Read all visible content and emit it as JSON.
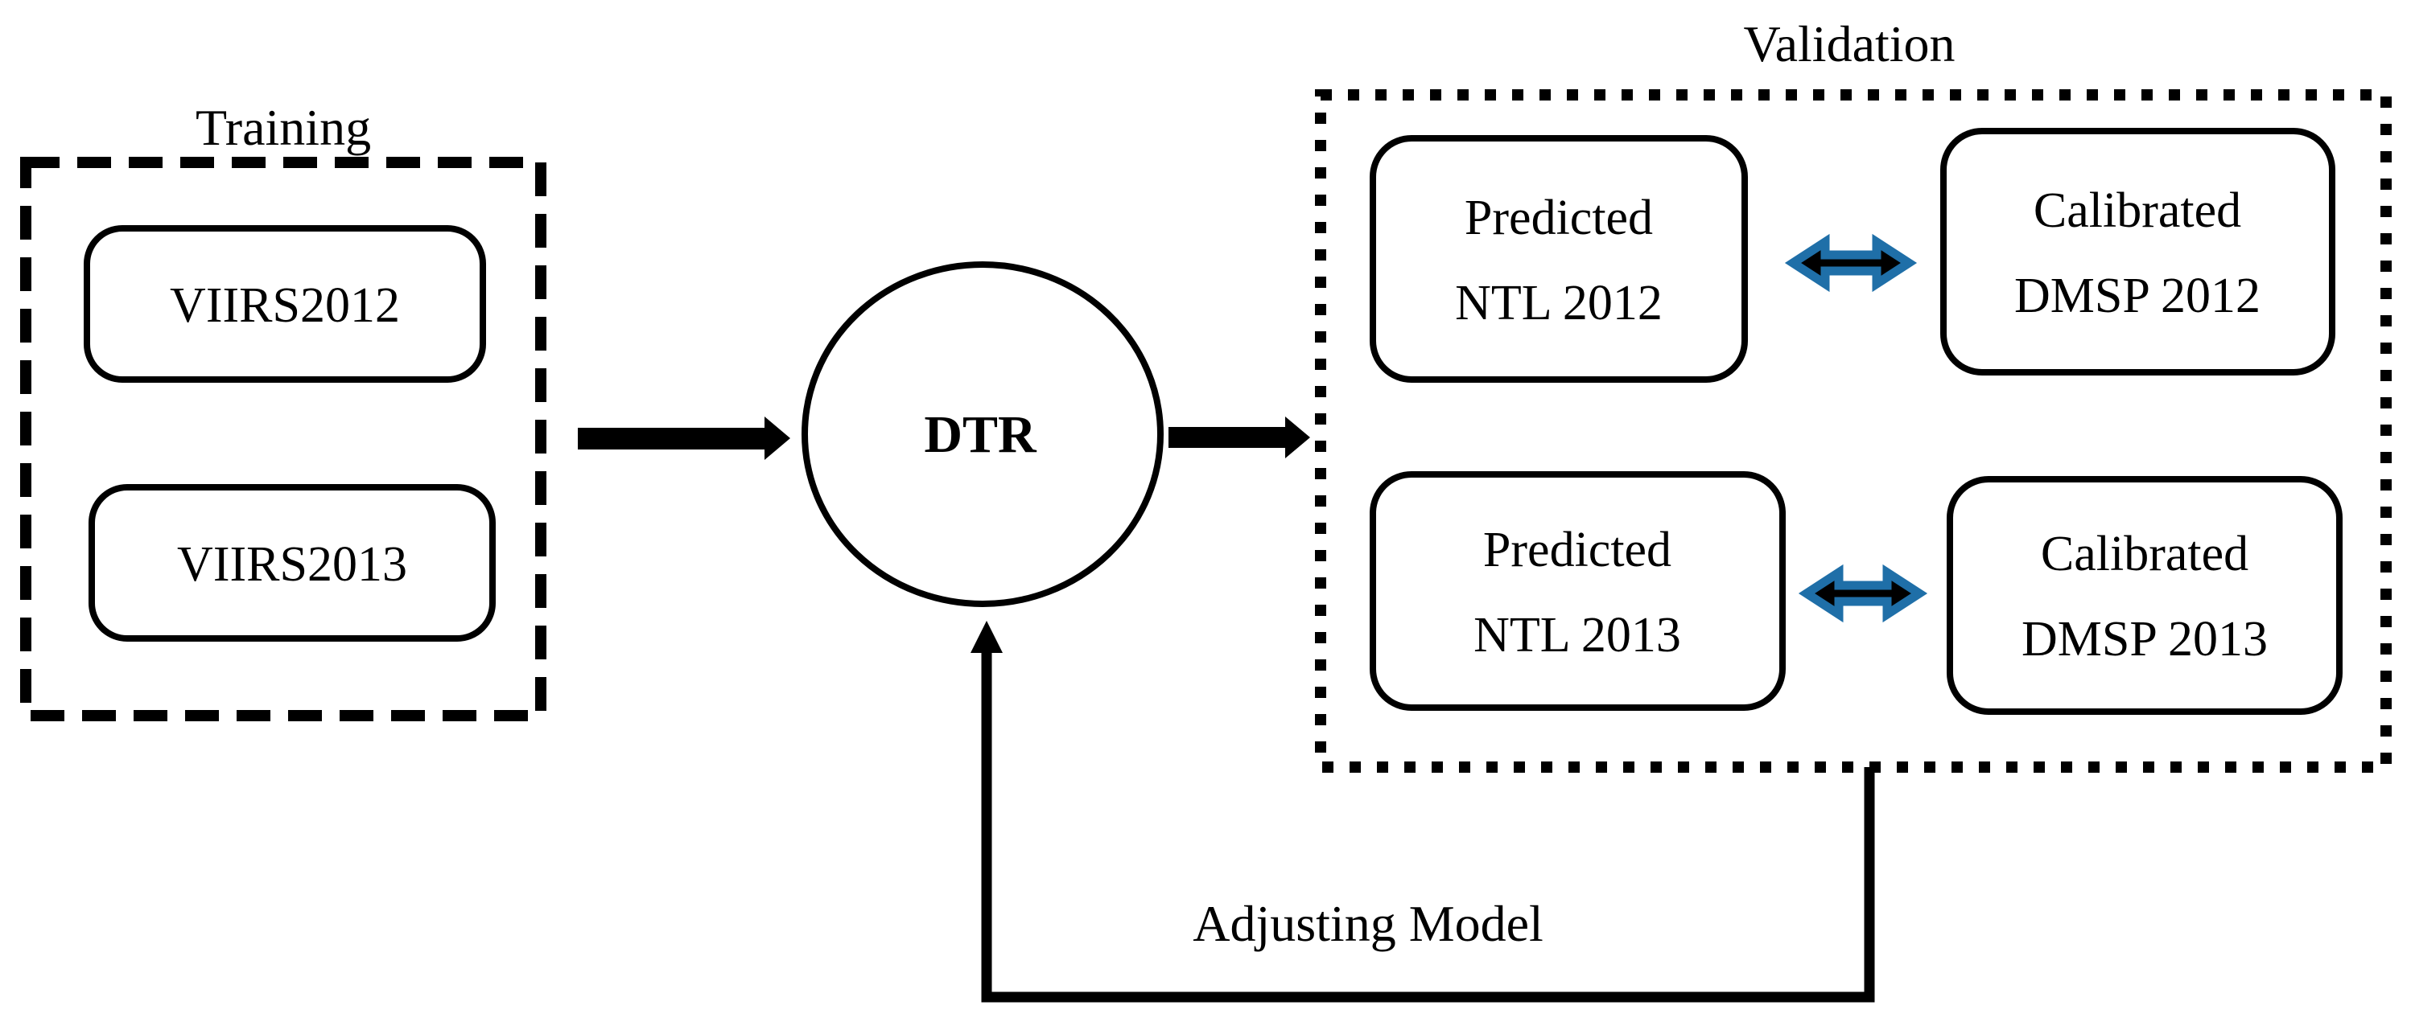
{
  "diagram": {
    "training": {
      "label": "Training",
      "items": [
        "VIIRS2012",
        "VIIRS2013"
      ]
    },
    "model": {
      "label": "DTR"
    },
    "validation": {
      "label": "Validation",
      "rows": [
        {
          "predicted": {
            "line1": "Predicted",
            "line2": "NTL 2012"
          },
          "calibrated": {
            "line1": "Calibrated",
            "line2": "DMSP 2012"
          }
        },
        {
          "predicted": {
            "line1": "Predicted",
            "line2": "NTL 2013"
          },
          "calibrated": {
            "line1": "Calibrated",
            "line2": "DMSP 2013"
          }
        }
      ]
    },
    "feedback": {
      "label": "Adjusting Model"
    },
    "colors": {
      "line": "#000000",
      "text": "#000000",
      "background": "#ffffff",
      "double_arrow_core": "#000000",
      "double_arrow_outline": "#1F6FA8"
    }
  }
}
